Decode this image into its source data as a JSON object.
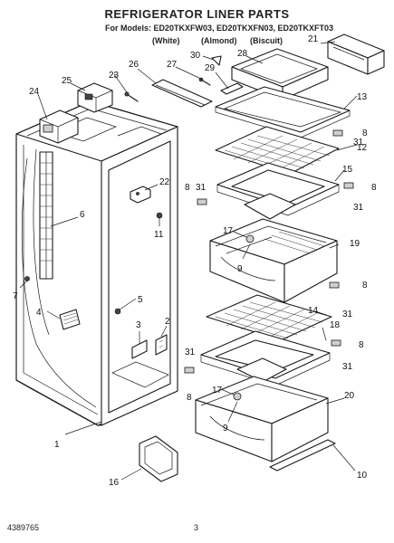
{
  "header": {
    "title": "REFRIGERATOR LINER PARTS",
    "models": "For Models: ED20TKXFW03, ED20TKXFN03, ED20TKXFT03",
    "colors": [
      "(White)",
      "(Almond)",
      "(Biscuit)"
    ]
  },
  "callouts": {
    "1": "1",
    "2": "2",
    "3": "3",
    "4": "4",
    "5": "5",
    "6": "6",
    "7": "7",
    "8": "8",
    "9": "9",
    "10": "10",
    "11": "11",
    "12": "12",
    "13": "13",
    "14": "14",
    "15": "15",
    "16": "16",
    "17": "17",
    "18": "18",
    "19": "19",
    "20": "20",
    "21": "21",
    "22": "22",
    "23": "23",
    "24": "24",
    "25": "25",
    "26": "26",
    "27": "27",
    "28": "28",
    "29": "29",
    "30": "30",
    "31": "31"
  },
  "footer": {
    "doc_number": "4389765",
    "page_number": "3"
  }
}
